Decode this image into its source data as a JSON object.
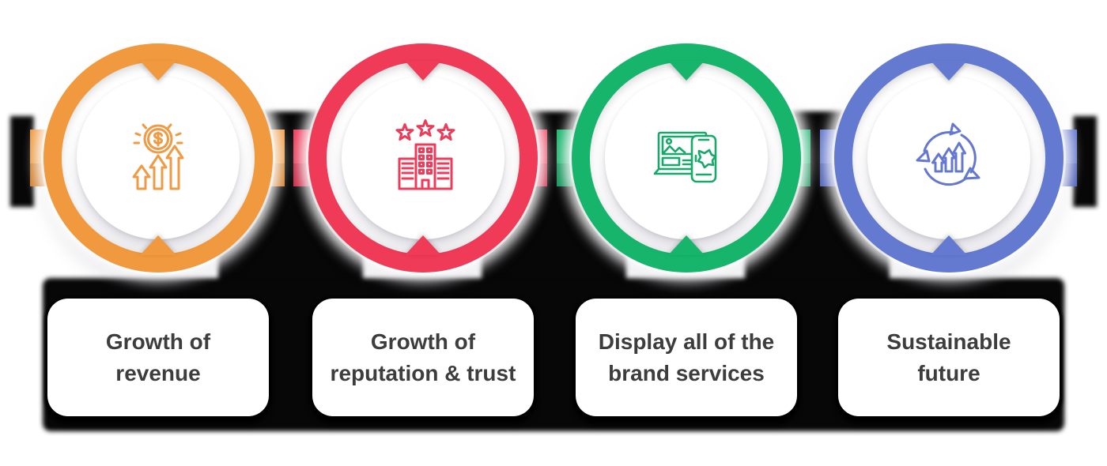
{
  "infographic": {
    "type": "process-steps",
    "step_count": 4
  },
  "steps": [
    {
      "label_line1": "Growth of",
      "label_line2": "revenue",
      "color": "#F0993E",
      "color_dark": "#D57E28",
      "icon": "revenue-growth-icon"
    },
    {
      "label_line1": "Growth of",
      "label_line2": "reputation & trust",
      "color": "#EF3A58",
      "color_dark": "#CC2845",
      "icon": "reputation-trust-icon"
    },
    {
      "label_line1": "Display all of the",
      "label_line2": "brand services",
      "color": "#17B56C",
      "color_dark": "#0E9456",
      "icon": "brand-services-icon"
    },
    {
      "label_line1": "Sustainable",
      "label_line2": "future",
      "color": "#6479D0",
      "color_dark": "#4D62BA",
      "icon": "sustainable-future-icon"
    }
  ],
  "colors": {
    "card_background": "#FFFFFF",
    "circle_inner": "#FFFFFF",
    "text": "#3D3D3D",
    "connector_shadow": "#070707"
  }
}
